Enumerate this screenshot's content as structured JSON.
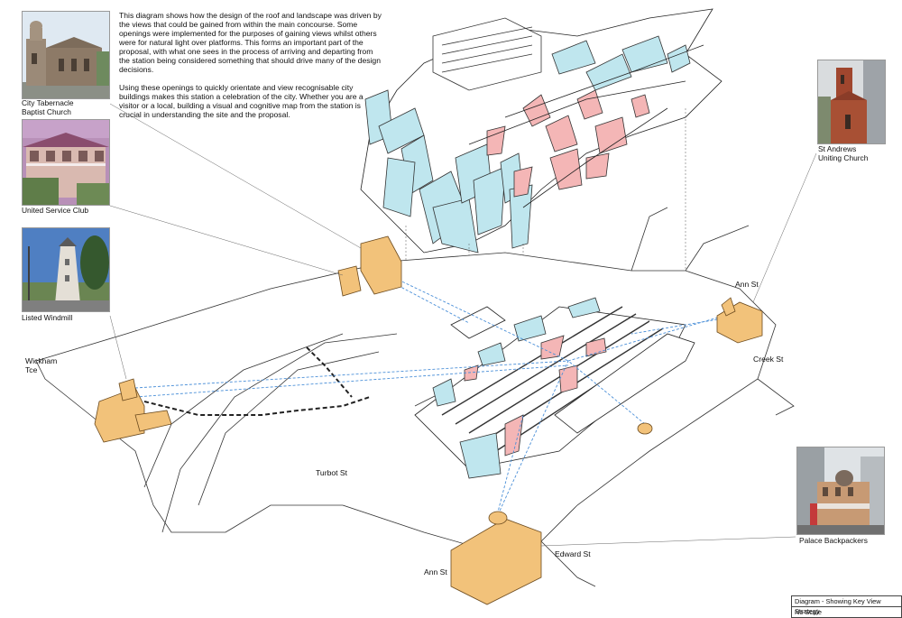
{
  "intro": {
    "p1": "This diagram shows how the design of the roof and landscape was driven by the views that could be gained from within the main concourse. Some openings were implemented for the purposes of gaining views whilst others were for natural light over platforms. This forms an important part of the proposal, with what one sees in the process of arriving and departing from the station being considered something that should drive many of the design decisions.",
    "p2": "Using these openings to quickly orientate and view recognisable city buildings makes this station a celebration of the city. Whether you are a visitor or a local, building a visual and cognitive map from the station is crucial in understanding the site and the proposal."
  },
  "landmarks": {
    "tabernacle": {
      "line1": "City Tabernacle",
      "line2": "Baptist Church"
    },
    "service_club": "United Service Club",
    "windmill": "Listed Windmill",
    "st_andrews": {
      "line1": "St Andrews",
      "line2": "Uniting Church"
    },
    "palace": "Palace Backpackers"
  },
  "streets": {
    "wickham": {
      "line1": "Wickham",
      "line2": "Tce"
    },
    "turbot": "Turbot St",
    "ann_north": "Ann St",
    "creek": "Creek St",
    "edward": "Edward St",
    "ann_south": "Ann St"
  },
  "titleblock": {
    "title": "Diagram - Showing Key View Strategy",
    "scale": "No Scale"
  },
  "colors": {
    "landmark_fill": "#f2c27a",
    "glazing_fill": "#bfe6ee",
    "opening_fill": "#f4b6b6",
    "view_line": "#4a8fd8"
  }
}
